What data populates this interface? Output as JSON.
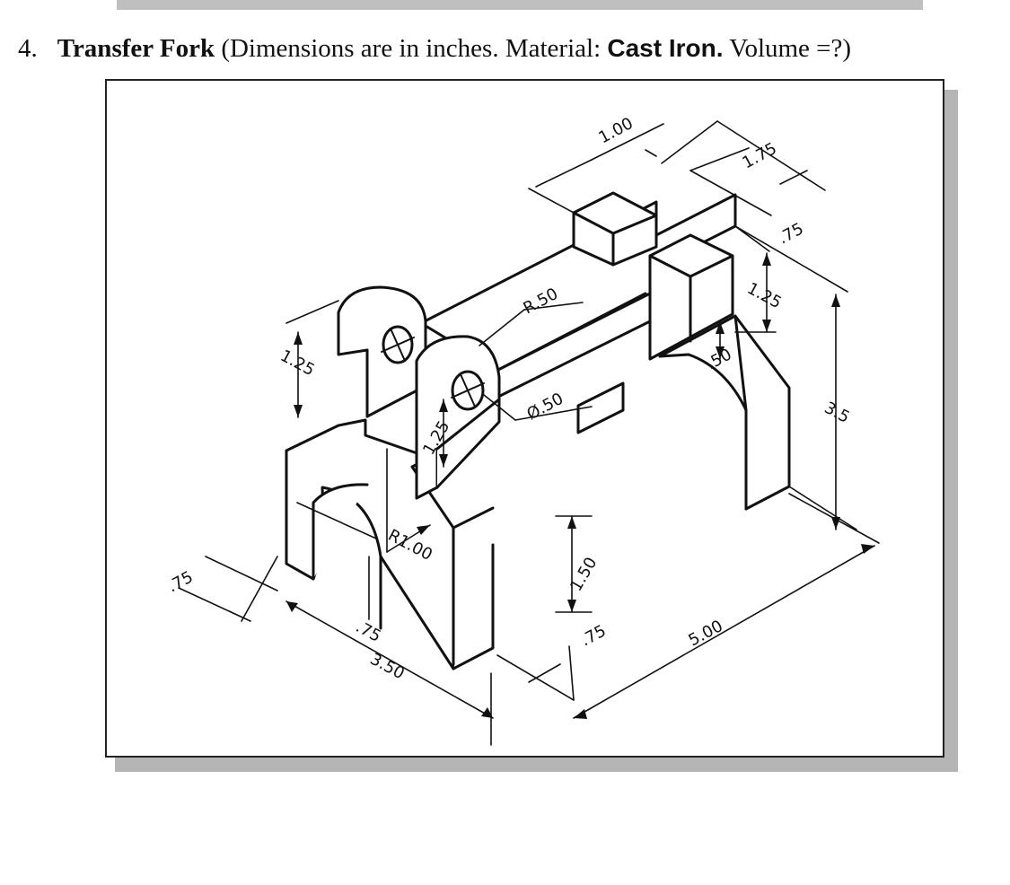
{
  "heading": {
    "number": "4.",
    "title": "Transfer Fork",
    "text_before": " (Dimensions are in inches. Material: ",
    "material": "Cast Iron.",
    "text_after": " Volume =?)"
  },
  "drawing": {
    "dimensions": {
      "top_width": "1.00",
      "top_depth": "1.75",
      "lug_thickness": ".75",
      "right_block_height": "1.25",
      "overall_height": "3.5",
      "left_ear_height": "1.25",
      "front_ear_height": "1.25",
      "ear_radius": "R.50",
      "hole_diameter": "Ø.50",
      "arch_radius": "R1.00",
      "right_leg_gap": ".50",
      "leg_thickness": ".75",
      "front_leg_height": "1.50",
      "base_width": "3.50",
      "foot_width": ".75",
      "leg_width": ".75",
      "overall_length": "5.00"
    }
  }
}
